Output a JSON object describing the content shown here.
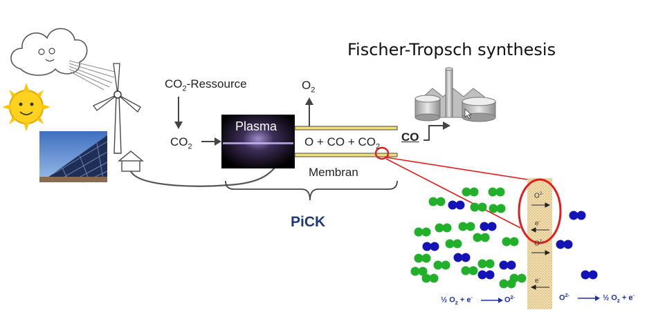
{
  "title": "Fischer-Tropsch synthesis",
  "labels": {
    "co2_resource": "CO2-Ressource",
    "co2_input": "CO2",
    "o2_output": "O2",
    "plasma": "Plasma",
    "reaction": "O + CO + CO2",
    "co_product": "CO",
    "membrane": "Membran",
    "project": "PiCK"
  },
  "membrane_detail": {
    "ion_top": "O2-",
    "electron_top": "e-",
    "ion_bottom": "O2-",
    "electron_bottom": "e-",
    "left_equation": "½ O2 + e- → O2-",
    "right_equation": "O2- → ½ O2 + e-"
  },
  "icons": [
    "wind-cloud-icon",
    "sun-icon",
    "solar-panel-icon",
    "wind-turbine-icon",
    "house-icon",
    "factory-icon"
  ],
  "colors": {
    "green_molecule": "#22b02a",
    "blue_molecule": "#1313b8",
    "highlight_red": "#e31b1b",
    "membrane_yellow": "#e9dc8a",
    "label_blue": "#1b2fa8"
  }
}
